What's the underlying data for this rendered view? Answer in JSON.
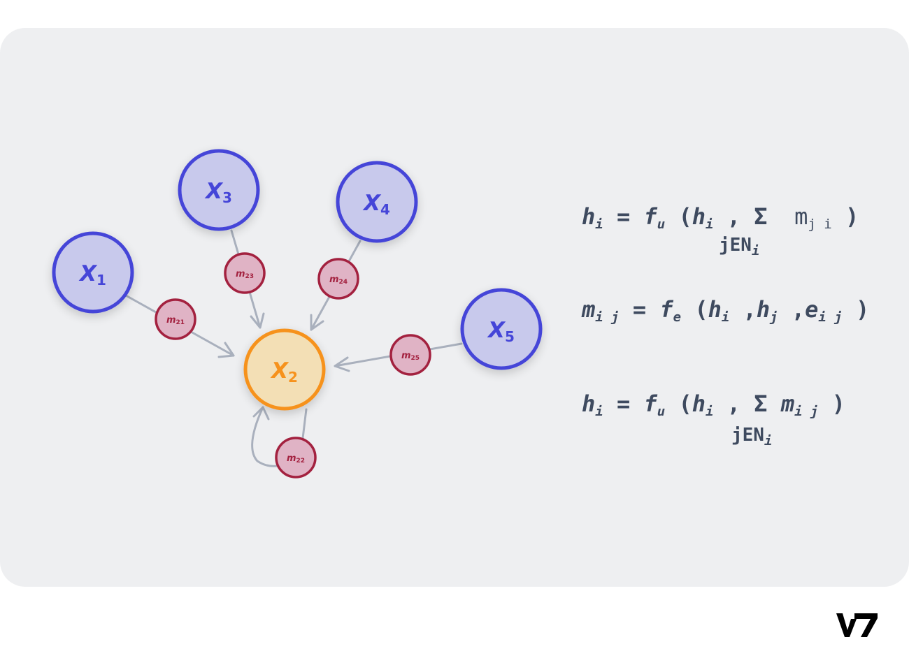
{
  "nodes": [
    {
      "id": "x1",
      "base": "X",
      "sub": "1",
      "kind": "neighbor"
    },
    {
      "id": "x2",
      "base": "X",
      "sub": "2",
      "kind": "target"
    },
    {
      "id": "x3",
      "base": "X",
      "sub": "3",
      "kind": "neighbor"
    },
    {
      "id": "x4",
      "base": "X",
      "sub": "4",
      "kind": "neighbor"
    },
    {
      "id": "x5",
      "base": "X",
      "sub": "5",
      "kind": "neighbor"
    }
  ],
  "messages": [
    {
      "id": "m21",
      "base": "m",
      "sub": "21"
    },
    {
      "id": "m22",
      "base": "m",
      "sub": "22"
    },
    {
      "id": "m23",
      "base": "m",
      "sub": "23"
    },
    {
      "id": "m24",
      "base": "m",
      "sub": "24"
    },
    {
      "id": "m25",
      "base": "m",
      "sub": "25"
    }
  ],
  "equations": {
    "eq1": {
      "h": "h",
      "i": "i",
      "eq": "=",
      "f": "f",
      "u": "u",
      "open": "(",
      "hi": "h",
      "hi_sub": "i",
      "comma": ",",
      "sigma": "Σ",
      "m": "m",
      "m_sub": "j i",
      "close": ")",
      "under_j": "jEN",
      "under_i": "i"
    },
    "eq2": {
      "m": "m",
      "m_sub": "i j",
      "eq": "=",
      "f": "f",
      "e": "e",
      "open": "(",
      "hi": "h",
      "hi_sub": "i",
      "comma1": ",",
      "hj": "h",
      "hj_sub": "j",
      "comma2": ",",
      "eij": "e",
      "eij_sub": "i j",
      "close": ")"
    },
    "eq3": {
      "h": "h",
      "i": "i",
      "eq": "=",
      "f": "f",
      "u": "u",
      "open": "(",
      "hi": "h",
      "hi_sub": "i",
      "comma": ",",
      "sigma": "Σ",
      "m": "m",
      "m_sub": "i j",
      "close": ")",
      "under_j": "jEN",
      "under_i": "i"
    }
  },
  "colors": {
    "card": "#eeeff1",
    "neighbor_fill": "#c8c9ec",
    "neighbor_stroke": "#4545d8",
    "target_fill": "#f3dfb5",
    "target_stroke": "#f6921e",
    "message_fill": "#e0b3c5",
    "message_stroke": "#a3213f",
    "edge": "#a9b0bd",
    "equation_text": "#3e4a5f",
    "logo": "#000000"
  },
  "logo": {
    "text": "V7"
  }
}
